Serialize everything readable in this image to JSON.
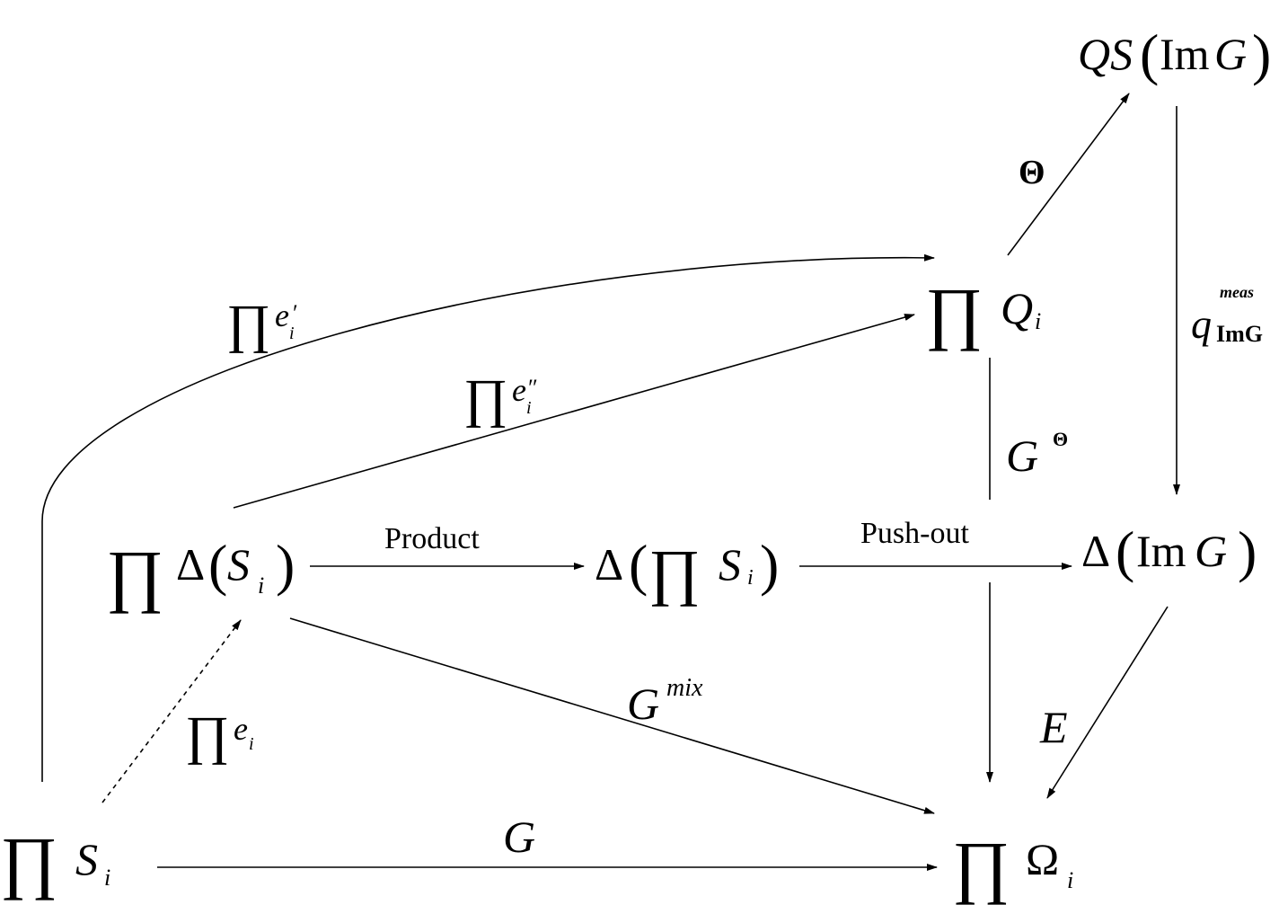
{
  "nodes": {
    "prod_S": {
      "op": "∏",
      "base": "S",
      "sub": "i"
    },
    "prod_delta_S": {
      "op": "∏",
      "delta": "Δ",
      "lp": "(",
      "base": "S",
      "sub": "i",
      "rp": ")"
    },
    "delta_prod_S": {
      "delta": "Δ",
      "lp": "(",
      "op": "∏",
      "base": "S",
      "sub": "i",
      "rp": ")"
    },
    "delta_img": {
      "delta": "Δ",
      "lp": "(",
      "im": "Im",
      "g": "G",
      "rp": ")"
    },
    "prod_Q": {
      "op": "∏",
      "base": "Q",
      "sub": "i"
    },
    "qs_img": {
      "qs": "QS",
      "lp": "(",
      "im": "Im",
      "g": "G",
      "rp": ")"
    },
    "prod_omega": {
      "op": "∏",
      "base": "Ω",
      "sub": "i"
    }
  },
  "edges": {
    "product": "Product",
    "pushout": "Push-out",
    "theta": "Θ",
    "q_meas": {
      "base": "q",
      "sup": "meas",
      "sub": "ImG"
    },
    "g_theta": {
      "base": "G",
      "sup": "Θ"
    },
    "g_mix": {
      "base": "G",
      "sup": "mix"
    },
    "e": "E",
    "g": "G",
    "e_prime": {
      "op": "∏",
      "base": "e",
      "prime": "′",
      "sub": "i"
    },
    "e_dprime": {
      "op": "∏",
      "base": "e",
      "prime": "″",
      "sub": "i"
    },
    "e_plain": {
      "op": "∏",
      "base": "e",
      "sub": "i"
    }
  }
}
